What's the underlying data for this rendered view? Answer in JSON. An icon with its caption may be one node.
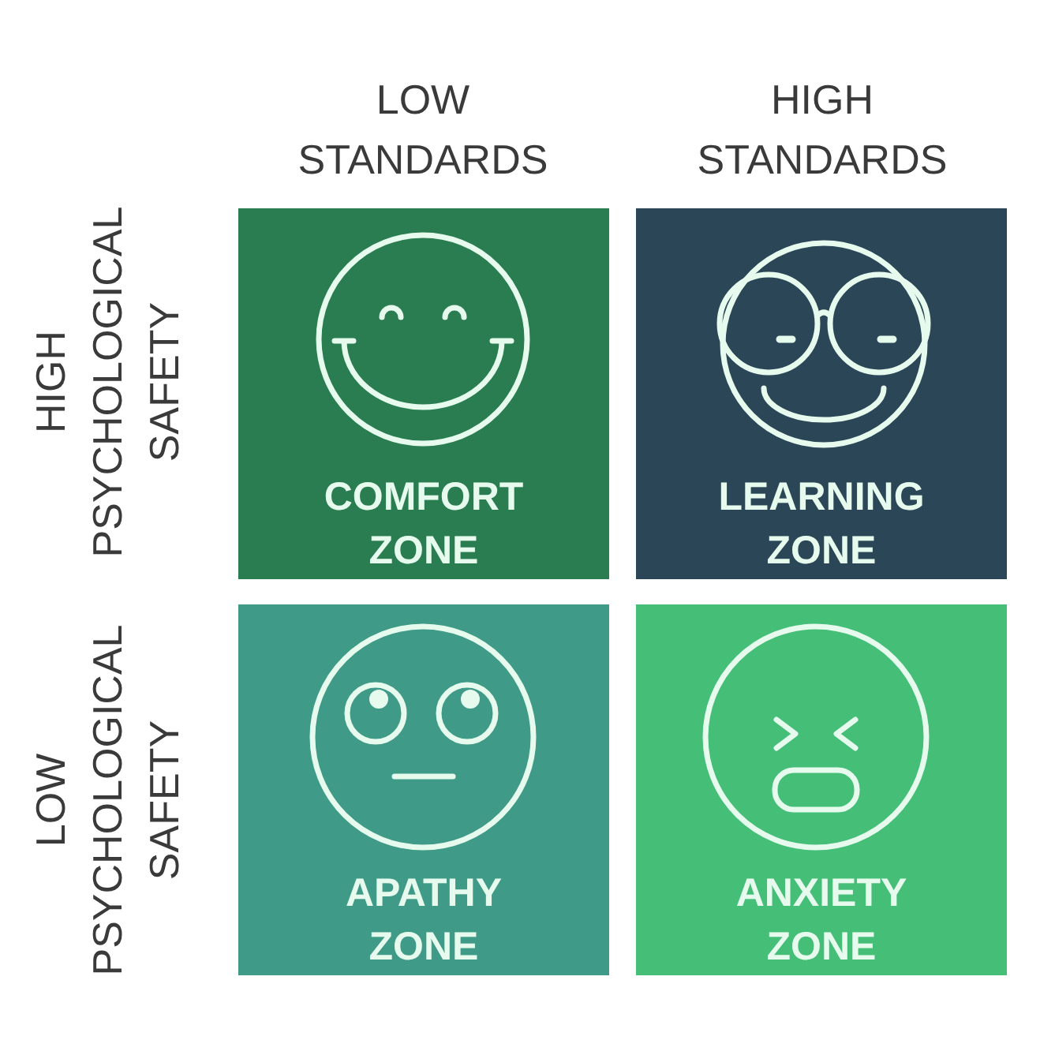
{
  "diagram": {
    "nodes": [
      {
        "text": [
          "COMFORT ZONE"
        ]
      },
      {
        "text": [
          "LEARNING ZONE"
        ]
      },
      {
        "text": [
          "APATHY ZONE"
        ]
      },
      {
        "text": [
          "ANXIETY ZONE"
        ]
      }
    ],
    "labels": [
      "LOW STANDARDS",
      "HIGH STANDARDS",
      "HIGH PSYCHOLOGICAL SAFETY",
      "LOW PSYCHOLOGICAL SAFETY"
    ]
  }
}
